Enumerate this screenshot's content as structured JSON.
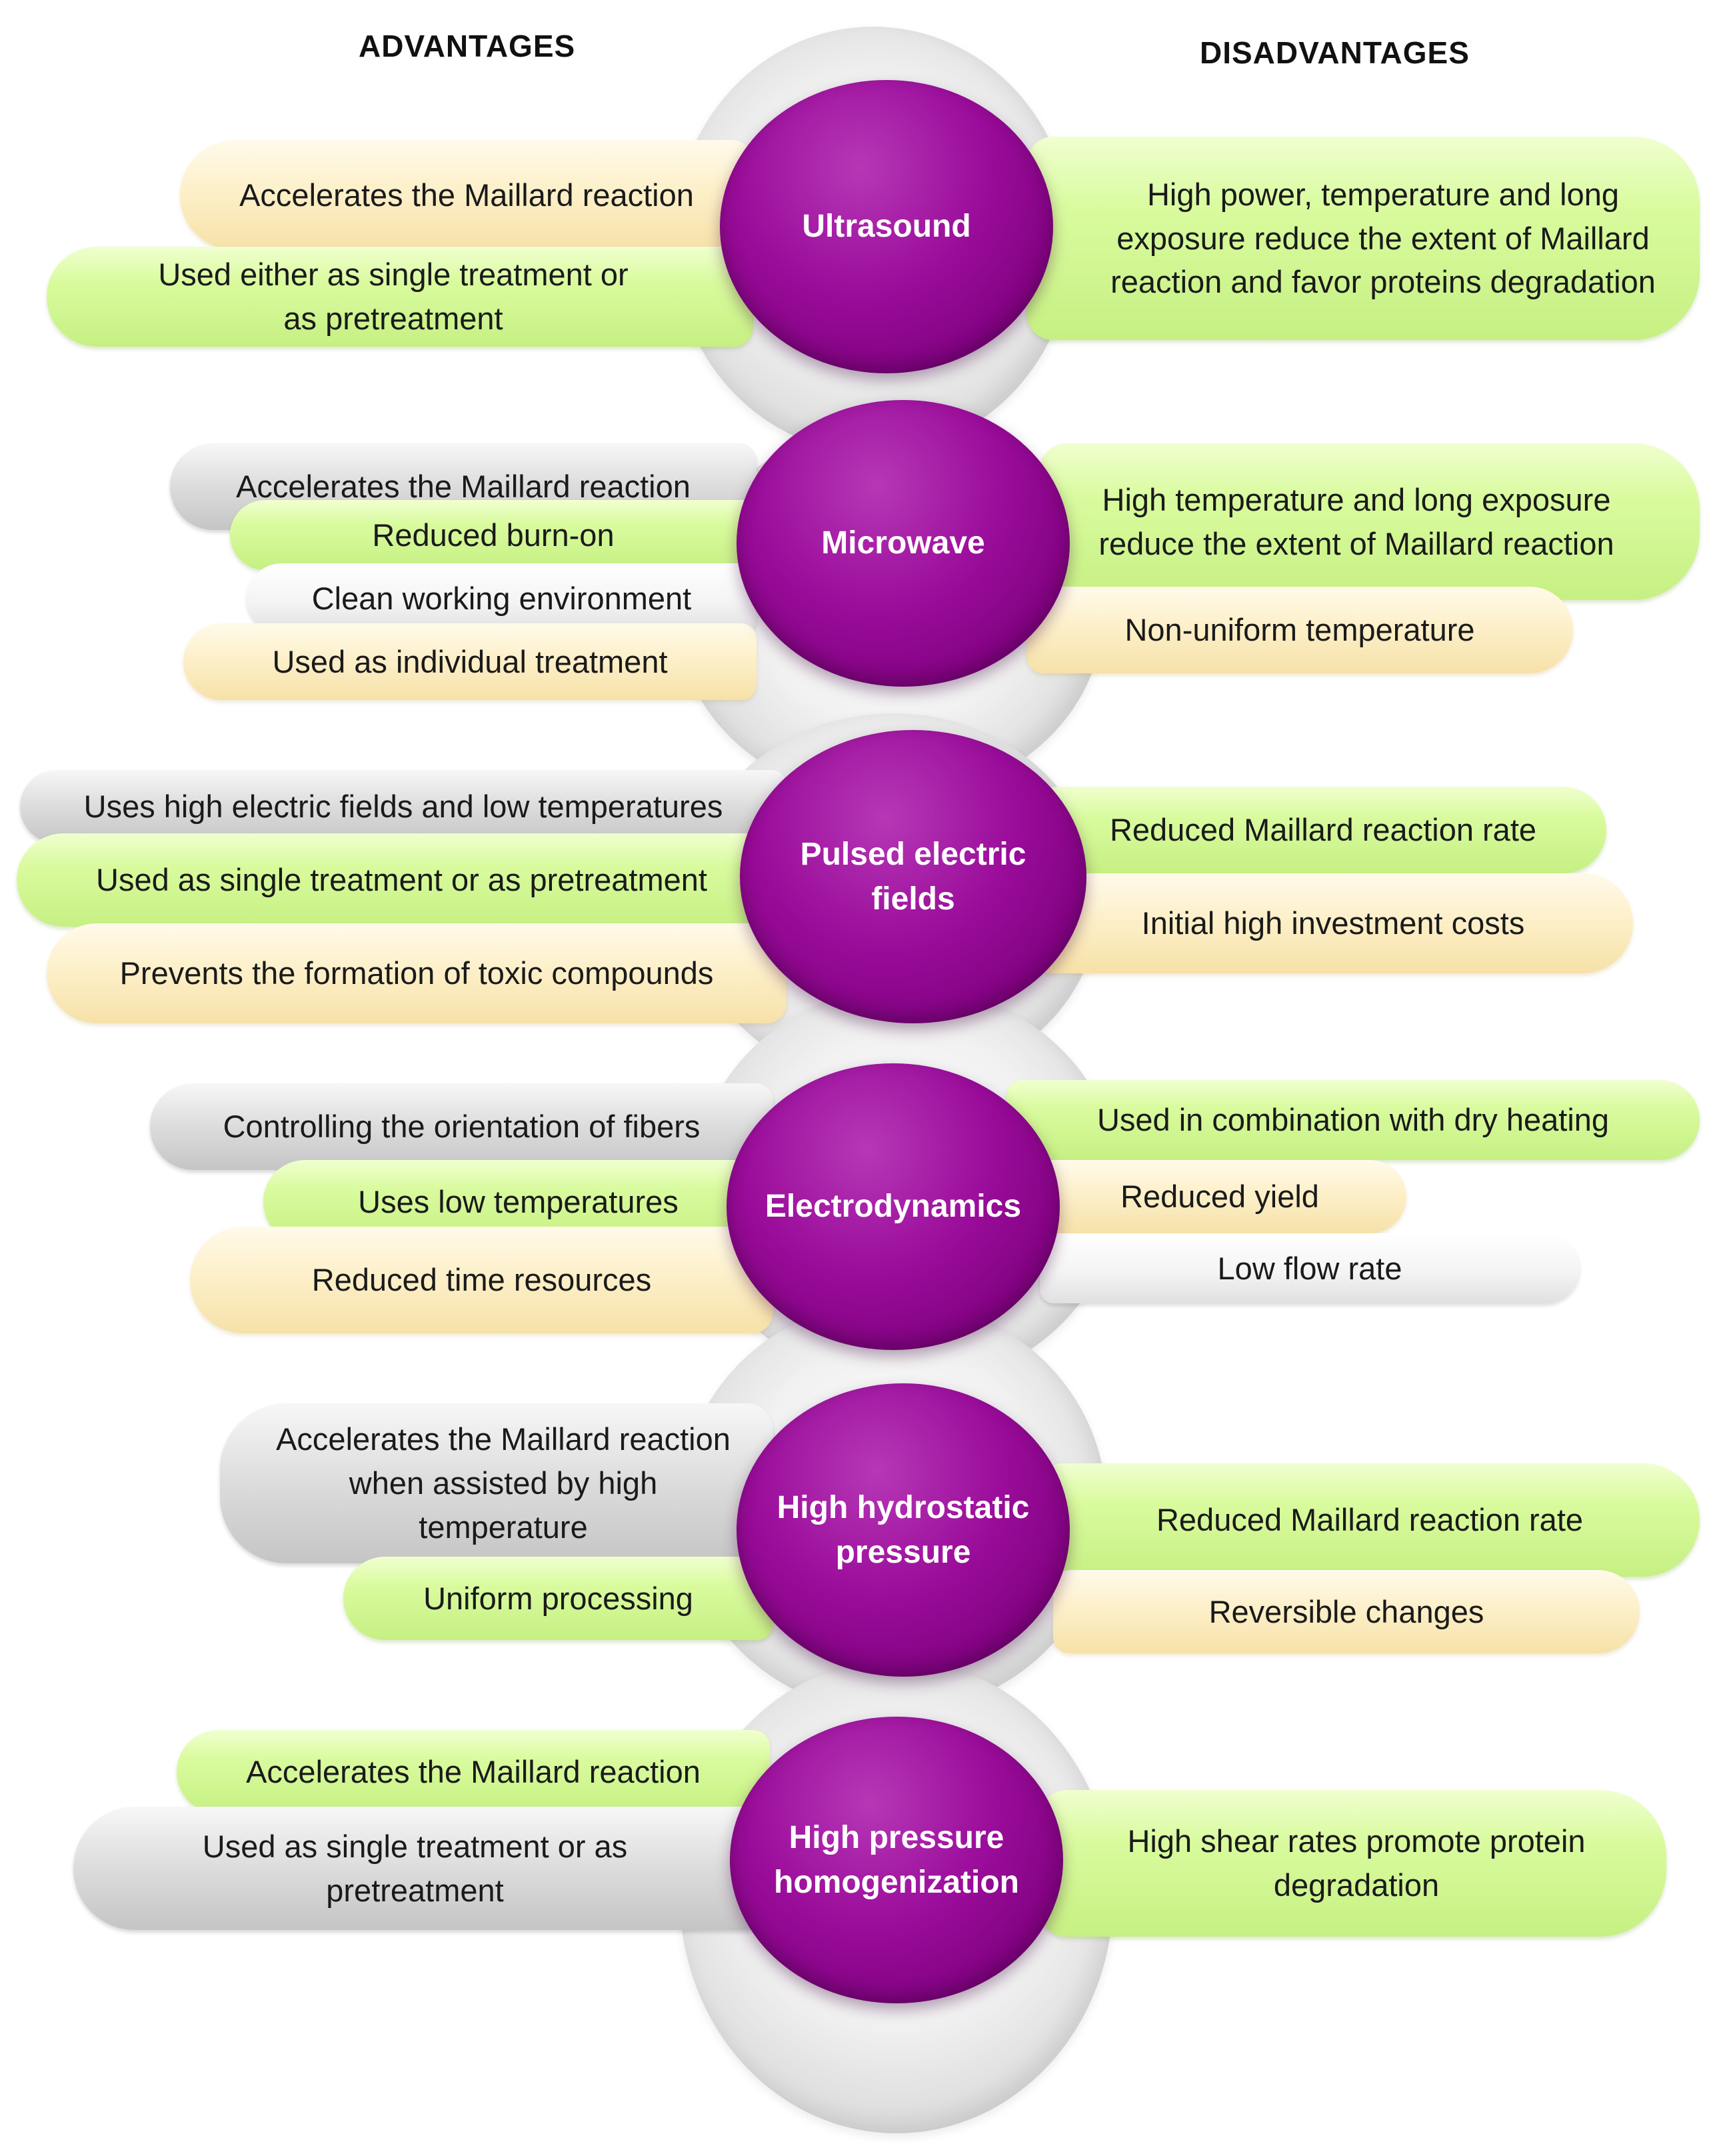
{
  "headers": {
    "advantages": "ADVANTAGES",
    "disadvantages": "DISADVANTAGES"
  },
  "techniques": [
    {
      "name": "Ultrasound",
      "advantages": [
        "Accelerates the Maillard reaction",
        "Used either as single treatment or as pretreatment"
      ],
      "disadvantages": [
        "High power, temperature and long exposure reduce the extent of Maillard reaction and favor proteins degradation"
      ]
    },
    {
      "name": "Microwave",
      "advantages": [
        "Accelerates the Maillard reaction",
        "Reduced burn-on",
        "Clean working environment",
        "Used as individual treatment"
      ],
      "disadvantages": [
        "High temperature and long exposure reduce the extent of Maillard reaction",
        "Non-uniform temperature"
      ]
    },
    {
      "name": "Pulsed electric fields",
      "advantages": [
        "Uses high electric fields and low temperatures",
        "Used as single treatment or as pretreatment",
        "Prevents the formation of toxic compounds"
      ],
      "disadvantages": [
        "Reduced Maillard reaction rate",
        "Initial high investment costs"
      ]
    },
    {
      "name": "Electrodynamics",
      "advantages": [
        "Controlling the orientation of fibers",
        "Uses low temperatures",
        "Reduced time resources"
      ],
      "disadvantages": [
        "Used in combination with dry heating",
        "Reduced yield",
        "Low flow rate"
      ]
    },
    {
      "name": "High hydrostatic pressure",
      "advantages": [
        "Accelerates the Maillard reaction when assisted by high temperature",
        "Uniform processing"
      ],
      "disadvantages": [
        "Reduced Maillard reaction rate",
        "Reversible changes"
      ]
    },
    {
      "name": "High pressure homogenization",
      "advantages": [
        "Accelerates the Maillard reaction",
        "Used as single treatment or as pretreatment"
      ],
      "disadvantages": [
        "High shear rates promote protein degradation"
      ]
    }
  ]
}
